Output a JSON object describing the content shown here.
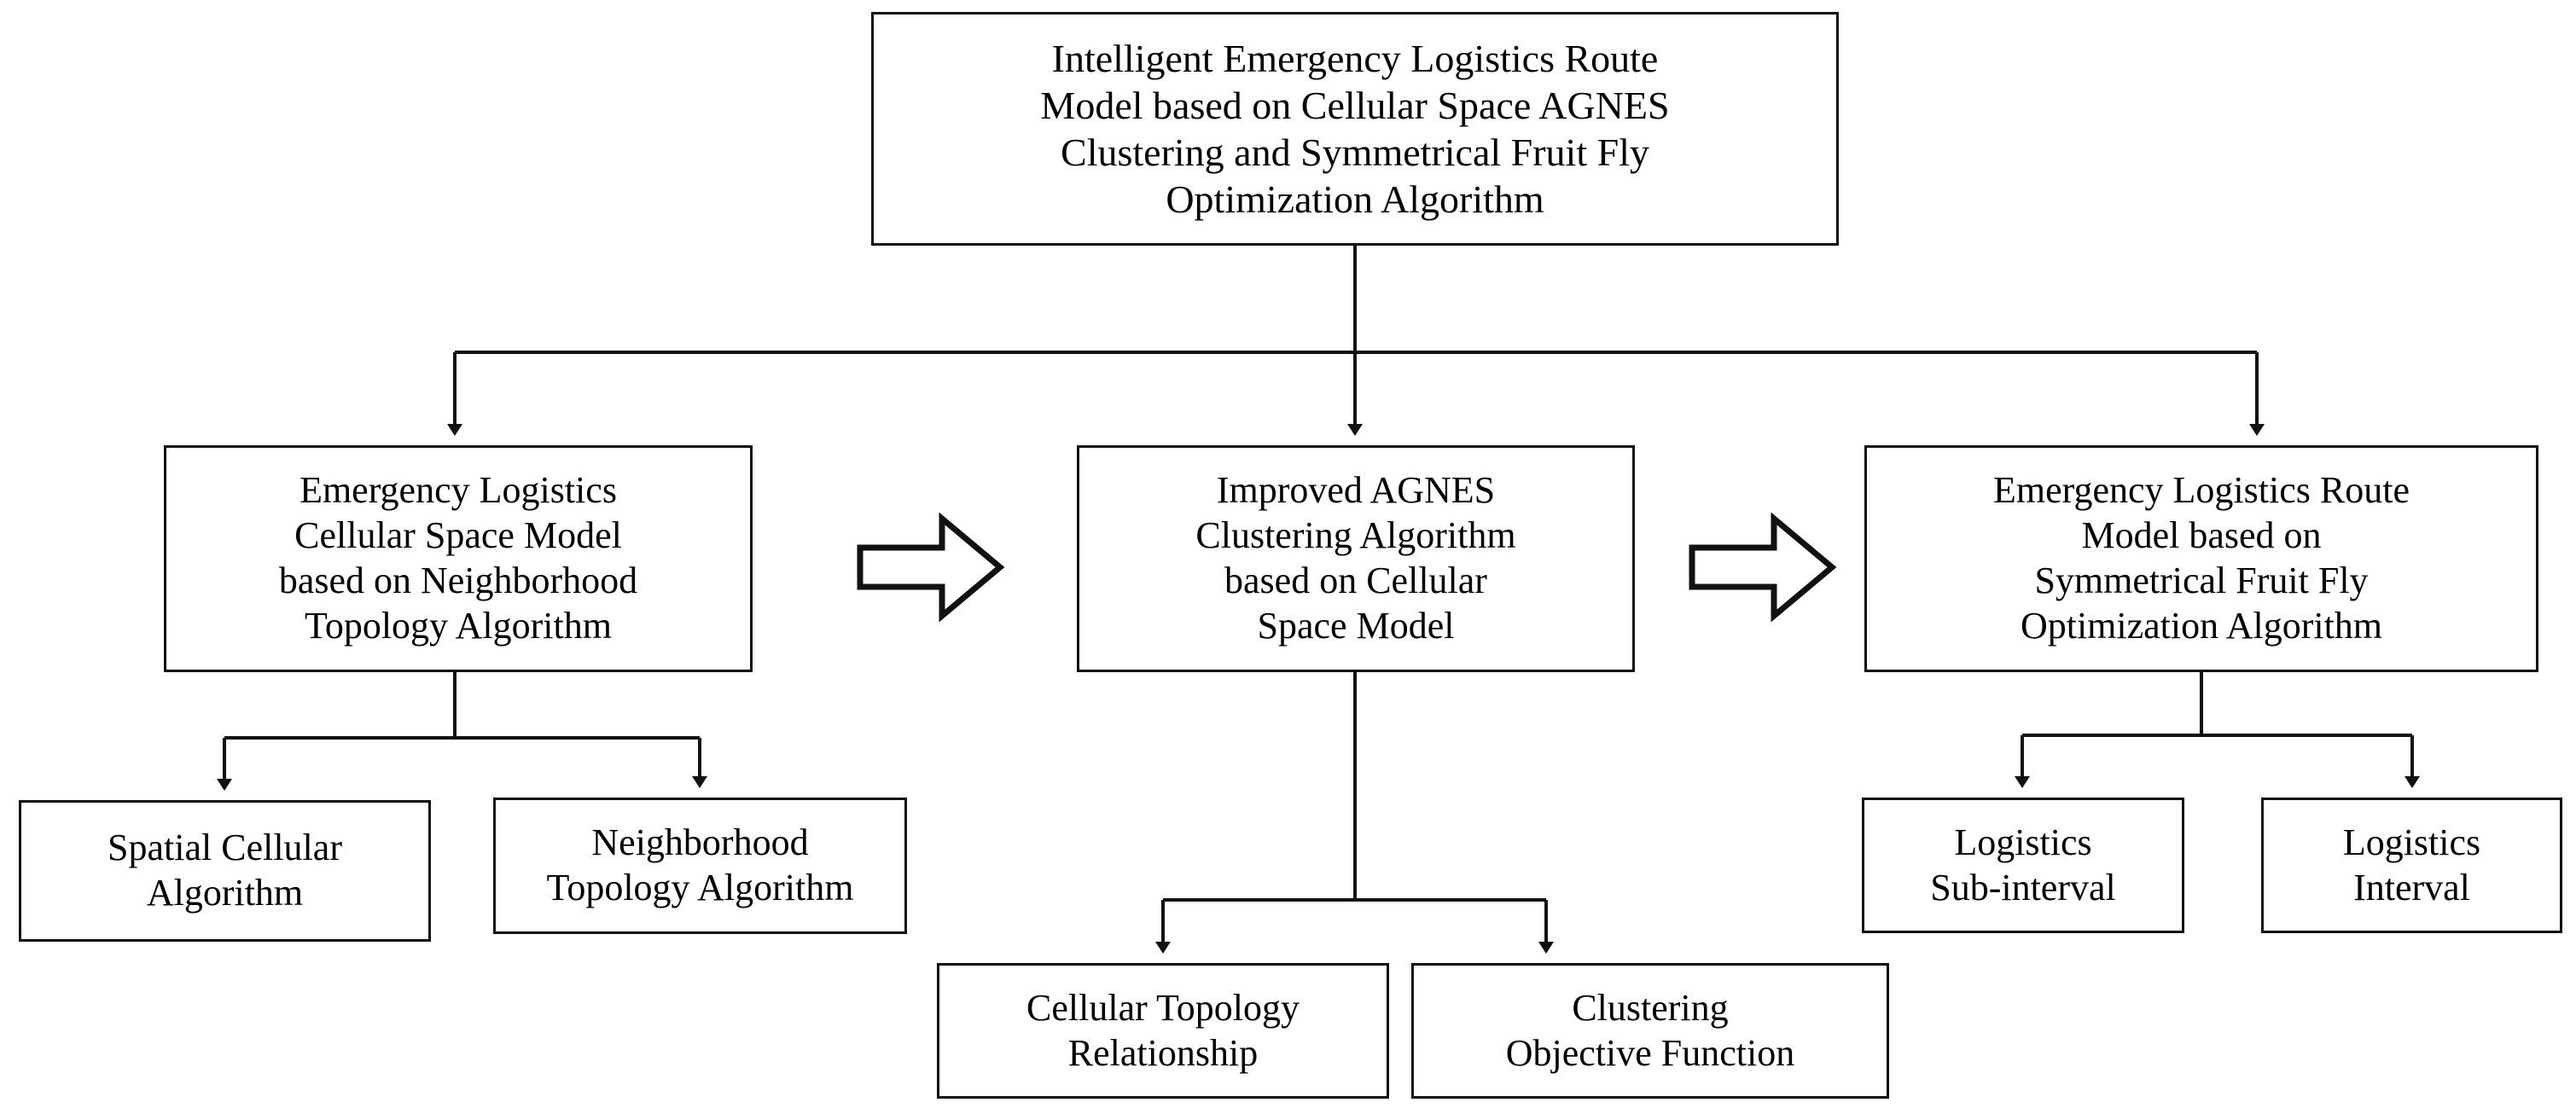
{
  "diagram": {
    "type": "flowchart",
    "title_node": "Intelligent Emergency Logistics Route Model based on Cellular Space AGNES Clustering and Symmetrical Fruit Fly Optimization Algorithm",
    "background_color": "#ffffff",
    "line_color": "#111111",
    "text_color": "#000000",
    "nodes": {
      "root": "Intelligent Emergency Logistics Route\nModel based on Cellular Space AGNES\nClustering and Symmetrical Fruit Fly\nOptimization Algorithm",
      "level2_left": "Emergency Logistics\nCellular Space Model\nbased on Neighborhood\nTopology Algorithm",
      "level2_middle": "Improved AGNES\nClustering Algorithm\nbased on Cellular\nSpace Model",
      "level2_right": "Emergency Logistics Route\nModel based on\nSymmetrical Fruit Fly\nOptimization Algorithm",
      "leaf_left_1": "Spatial Cellular\nAlgorithm",
      "leaf_left_2": "Neighborhood\nTopology Algorithm",
      "leaf_middle_1": "Cellular Topology\nRelationship",
      "leaf_middle_2": "Clustering\nObjective Function",
      "leaf_right_1": "Logistics\nSub-interval",
      "leaf_right_2": "Logistics\nInterval"
    },
    "connectors": [
      {
        "from": "root",
        "to": "level2_left",
        "style": "orthogonal-arrow"
      },
      {
        "from": "root",
        "to": "level2_middle",
        "style": "orthogonal-arrow"
      },
      {
        "from": "root",
        "to": "level2_right",
        "style": "orthogonal-arrow"
      },
      {
        "from": "level2_left",
        "to": "leaf_left_1",
        "style": "orthogonal-arrow"
      },
      {
        "from": "level2_left",
        "to": "leaf_left_2",
        "style": "orthogonal-arrow"
      },
      {
        "from": "level2_middle",
        "to": "leaf_middle_1",
        "style": "orthogonal-arrow"
      },
      {
        "from": "level2_middle",
        "to": "leaf_middle_2",
        "style": "orthogonal-arrow"
      },
      {
        "from": "level2_right",
        "to": "leaf_right_1",
        "style": "orthogonal-arrow"
      },
      {
        "from": "level2_right",
        "to": "leaf_right_2",
        "style": "orthogonal-arrow"
      },
      {
        "from": "level2_left",
        "to": "level2_middle",
        "style": "hollow-block-arrow"
      },
      {
        "from": "level2_middle",
        "to": "level2_right",
        "style": "hollow-block-arrow"
      }
    ]
  }
}
